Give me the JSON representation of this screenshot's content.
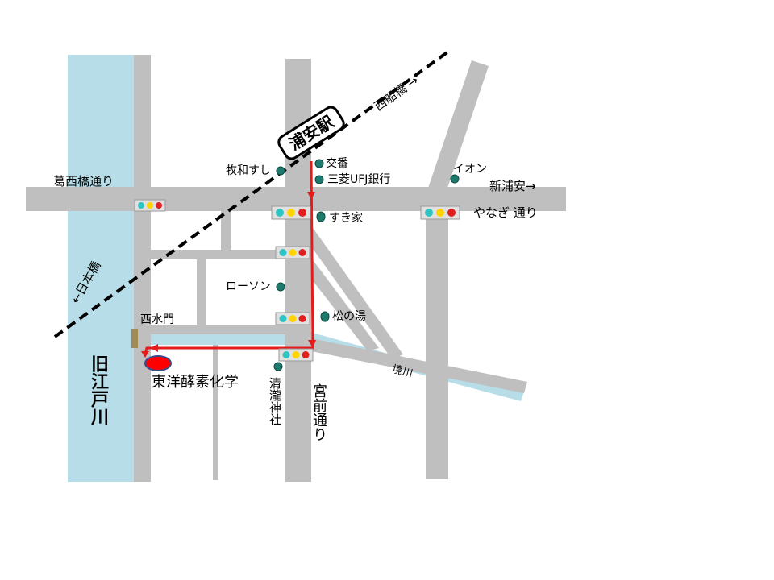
{
  "map": {
    "landmarks": {
      "station": "浦安駅",
      "koban": "交番",
      "bank": "三菱UFJ銀行",
      "makiwa": "牧和すし",
      "aeon": "イオン",
      "sukiya": "すき家",
      "lawson": "ローソン",
      "matsunoyu": "松の湯",
      "shrine": "清瀧神社",
      "destination": "東洋酵素化学",
      "sluice": "西水門"
    },
    "roads": {
      "kasai": "葛西橋通り",
      "yanagi": "やなぎ 通り",
      "miyamae": "宮前通り",
      "shinurayasu": "新浦安→",
      "nishifunabashi": "西船橋 →",
      "nihonbashi": "←日本橋"
    },
    "water": {
      "kyuedogawa": "旧江戸川",
      "sakaigawa": "境川"
    },
    "colors": {
      "road": "#bfbfbf",
      "river": "#b7dde8",
      "route": "#e31b1b",
      "marker": "#1f7a6e",
      "destination": "#ff0000",
      "railway": "#000000"
    }
  }
}
